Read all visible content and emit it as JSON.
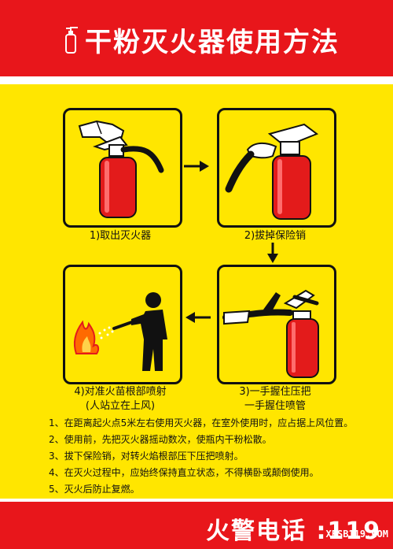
{
  "header": {
    "title": "干粉灭火器使用方法",
    "icon": "fire-extinguisher-icon"
  },
  "colors": {
    "background": "#FFE600",
    "header_red": "#E8161B",
    "extinguisher_red": "#E31B1B",
    "flame_orange": "#FF6A00"
  },
  "panels": [
    {
      "caption_lines": [
        "1)取出灭火器"
      ]
    },
    {
      "caption_lines": [
        "2)拔掉保险销"
      ]
    },
    {
      "caption_lines": [
        "3)一手握住压把",
        "一手握住喷管"
      ]
    },
    {
      "caption_lines": [
        "4)对准火苗根部喷射",
        "(人站立在上风)"
      ]
    }
  ],
  "steps": [
    "1、在距离起火点5米左右使用灭火器，在室外使用时，应占据上风位置。",
    "2、使用前，先把灭火器摇动数次，使瓶内干粉松散。",
    "3、拔下保险销，对转火焰根部压下压把喷射。",
    "4、在灭火过程中，应始终保持直立状态，不得横卧或颠倒使用。",
    "5、灭火后防止复燃。"
  ],
  "footer": {
    "hotline": "火警电话 :119",
    "watermark": "XFSB119.COM"
  }
}
